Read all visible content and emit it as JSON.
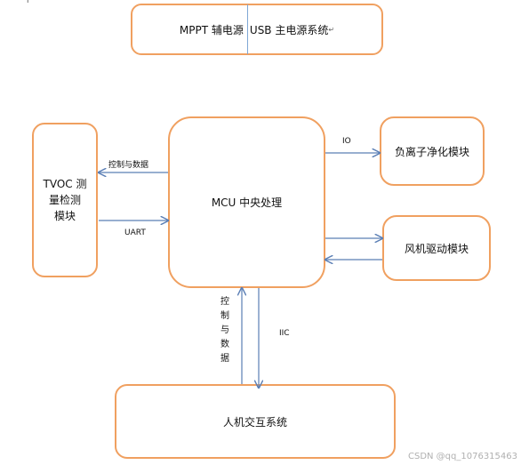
{
  "top_box": {
    "left": "MPPT 辅电源",
    "right": "USB 主电源系统"
  },
  "tvoc_box": {
    "line1": "TVOC 测",
    "line2": "量检测",
    "line3": "模块"
  },
  "mcu_box": {
    "label": "MCU 中央处理"
  },
  "ion_box": {
    "label": "负离子净化模块"
  },
  "fan_box": {
    "label": "风机驱动模块"
  },
  "hmi_box": {
    "label": "人机交互系统"
  },
  "labels": {
    "ctrl_data": "控制与数据",
    "uart": "UART",
    "io": "IO",
    "iic": "IIC",
    "ctrl_vertical": [
      "控",
      "制",
      "与",
      "数",
      "据"
    ]
  },
  "watermark": "CSDN @qq_1076315463",
  "colors": {
    "box_border": "#f0a060",
    "arrow": "#5b7fb5"
  }
}
